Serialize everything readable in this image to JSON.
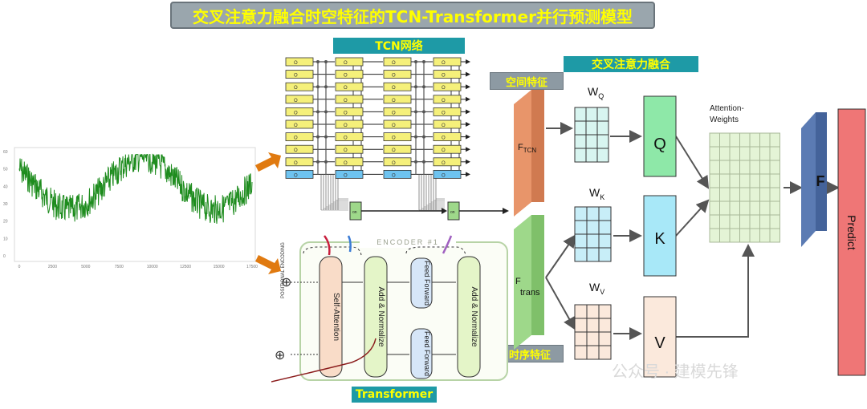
{
  "title": "交叉注意力融合时空特征的TCN-Transformer并行预测模型",
  "labels": {
    "tcn_network": "TCN网络",
    "cross_attention": "交叉注意力融合",
    "spatial_feature": "空间特征",
    "temporal_feature": "时序特征",
    "transformer": "Transformer"
  },
  "tcn": {
    "cell_label": "O",
    "out_label": "on"
  },
  "encoder": {
    "header": "ENCODER #1",
    "positional_encoding": "POSITIONAL ENCODING",
    "self_attention": "Self-Attention",
    "add_normalize": "Add & Normalize",
    "feed_forward": "Feed Forward",
    "add_normalize_2": "Add & Normalize",
    "plus_symbol": "⊕"
  },
  "features": {
    "f_tcn_main": "F",
    "f_tcn_sub": "TCN",
    "f_trans_main": "F",
    "f_trans_sub": "trans"
  },
  "weights": {
    "wq_main": "W",
    "wq_sub": "Q",
    "wk_main": "W",
    "wk_sub": "K",
    "wv_main": "W",
    "wv_sub": "V"
  },
  "qkv": {
    "q": "Q",
    "k": "K",
    "v": "V"
  },
  "attention_weights": "Attention-\nWeights",
  "fused": "F",
  "predict": "Predict",
  "watermark": "公众号 · 建模先锋",
  "series_axis": {
    "y_ticks": [
      "60",
      "50",
      "40",
      "30",
      "20",
      "10",
      "0"
    ],
    "x_ticks": [
      "0",
      "2500",
      "5000",
      "7500",
      "10000",
      "12500",
      "15000",
      "17500"
    ]
  },
  "colors": {
    "title_bg": "#9aa6ad",
    "teal": "#1e9aa6",
    "accent_yellow": "#ffff00",
    "tcn_cell": "#f5f07a",
    "tcn_cell_blue": "#6ec3f0",
    "f_tcn": "#e8956a",
    "f_trans": "#9ed88a",
    "q_fill": "#8ee8a8",
    "k_fill": "#a8e8f8",
    "v_fill": "#fbe9dc",
    "attn_fill": "#e4f4d6",
    "fused_fill": "#5b7bb3",
    "predict_fill": "#ef7676",
    "series_line": "#1e8c1e",
    "arrow_orange": "#e07a10"
  }
}
